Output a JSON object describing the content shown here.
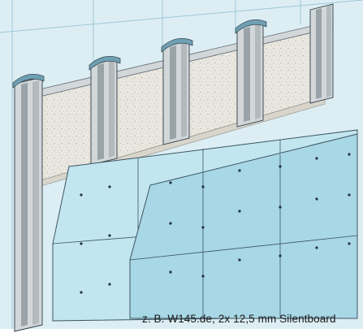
{
  "caption": "z. B. W145.de, 2x 12,5 mm Silentboard",
  "colors": {
    "background": "#ffffff",
    "back_wall": "#dceef4",
    "back_wall_joint": "#9fc7d6",
    "insulation": "#e9e7df",
    "insulation_speckle": "#a8a69e",
    "stud_metal": "#d2d7da",
    "stud_shadow": "#9aa3a8",
    "stud_cap": "#6f9fb3",
    "board_front": "#a8d7e6",
    "board_outer": "#c2e6f0",
    "board_edge": "#3b5560",
    "screw": "#22323a",
    "outline": "#2e3c43"
  },
  "components": [
    {
      "name": "back-wall",
      "shape": "flat panel with vertical joints"
    },
    {
      "name": "stud-profiles",
      "count": 5,
      "material": "metal C-profile, double"
    },
    {
      "name": "insulation-layer",
      "material": "mineral wool"
    },
    {
      "name": "inner-board-layer",
      "count": 1
    },
    {
      "name": "outer-board-layer",
      "count": 1
    }
  ]
}
